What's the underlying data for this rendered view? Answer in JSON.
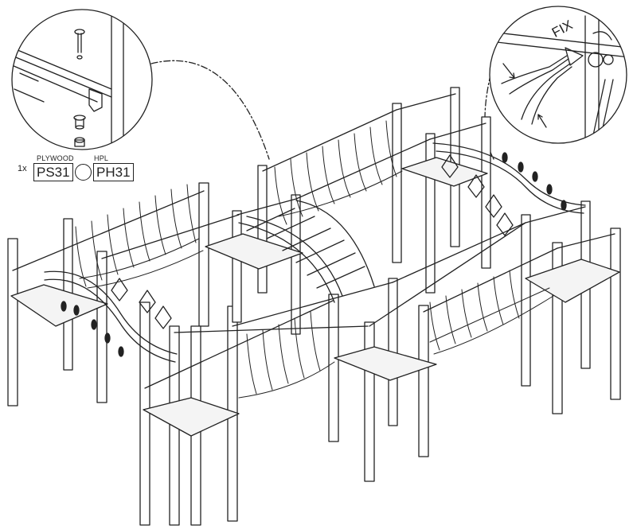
{
  "labels": {
    "quantity": "1x",
    "plywood_caption": "PLYWOOD",
    "plywood_code": "PS31",
    "hpl_caption": "HPL",
    "hpl_code": "PH31",
    "fix": "FIX"
  },
  "colors": {
    "line": "#222222",
    "background": "#ffffff",
    "platform": "#f4f4f4"
  }
}
